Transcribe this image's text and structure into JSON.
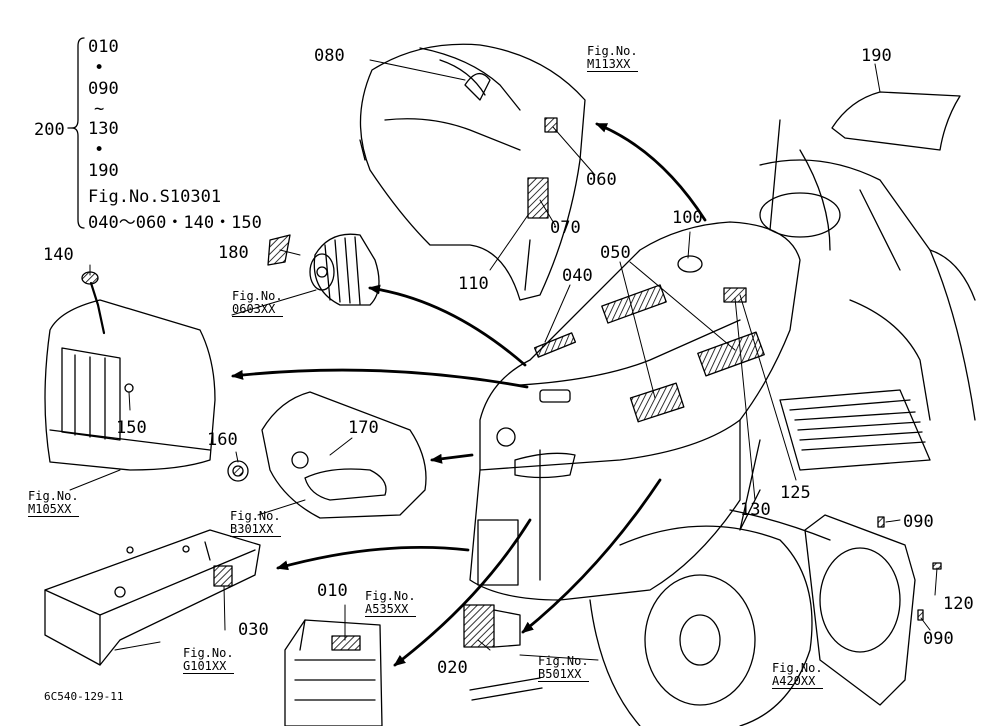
{
  "group": {
    "label": "200",
    "lines": [
      "010",
      "•",
      "090",
      "~",
      "130",
      "•",
      "190",
      "Fig.No.S10301",
      "040～060・140・150"
    ]
  },
  "parts": {
    "p010": "010",
    "p020": "020",
    "p030": "030",
    "p040": "040",
    "p050": "050",
    "p060": "060",
    "p070": "070",
    "p080": "080",
    "p090a": "090",
    "p090b": "090",
    "p100": "100",
    "p110": "110",
    "p120": "120",
    "p125": "125",
    "p130": "130",
    "p140": "140",
    "p150": "150",
    "p160": "160",
    "p170": "170",
    "p180": "180",
    "p190": "190"
  },
  "figs": {
    "m113": {
      "a": "Fig.No.",
      "b": "M113XX"
    },
    "o603": {
      "a": "Fig.No.",
      "b": "0603XX"
    },
    "m105": {
      "a": "Fig.No.",
      "b": "M105XX"
    },
    "b301": {
      "a": "Fig.No.",
      "b": "B301XX"
    },
    "a535": {
      "a": "Fig.No.",
      "b": "A535XX"
    },
    "g101": {
      "a": "Fig.No.",
      "b": "G101XX"
    },
    "b501": {
      "a": "Fig.No.",
      "b": "B501XX"
    },
    "a420": {
      "a": "Fig.No.",
      "b": "A420XX"
    }
  },
  "drawing_code": "6C540-129-11",
  "colors": {
    "ink": "#000000",
    "paper": "#ffffff"
  }
}
